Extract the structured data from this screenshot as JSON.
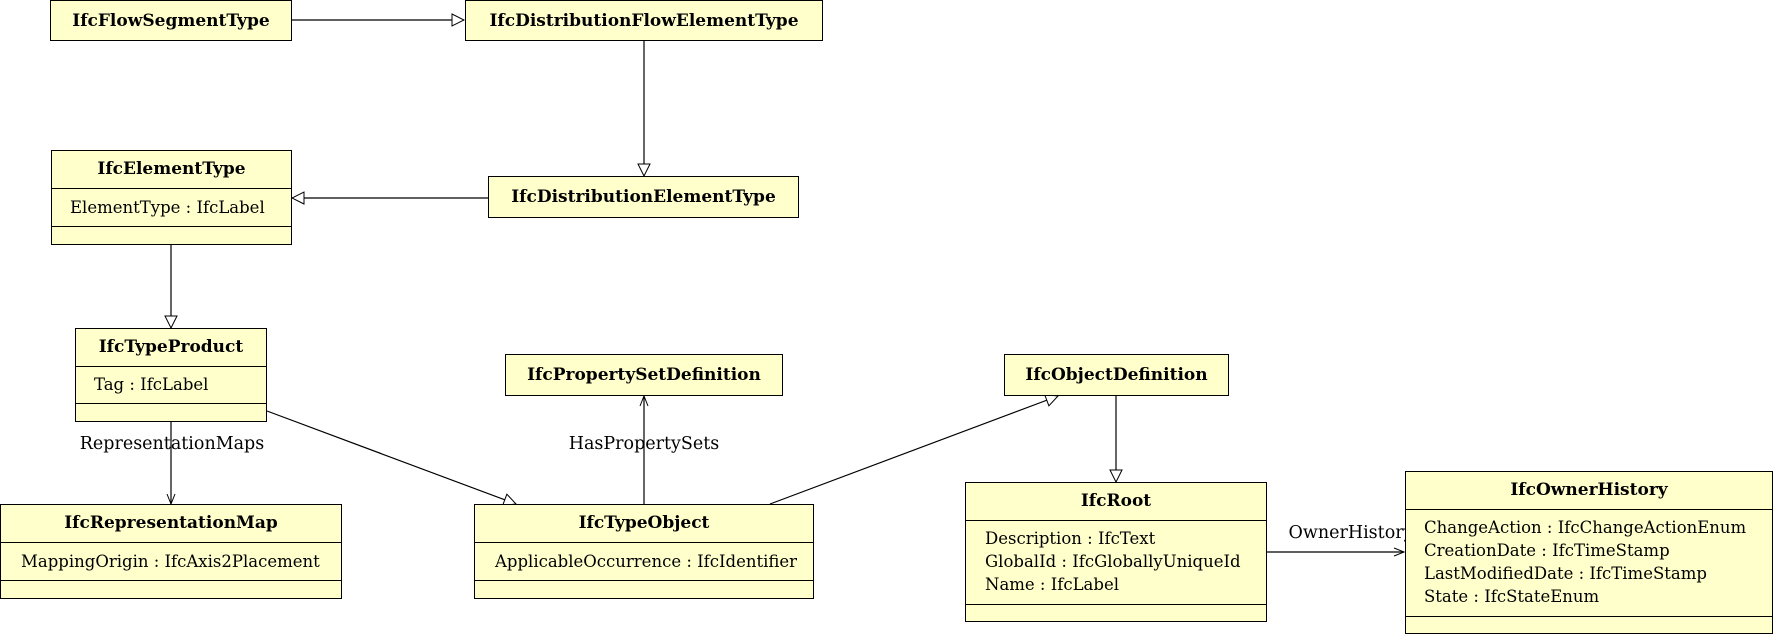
{
  "diagram": {
    "classes": {
      "flow_segment_type": {
        "name": "IfcFlowSegmentType"
      },
      "distribution_flow_element_type": {
        "name": "IfcDistributionFlowElementType"
      },
      "element_type": {
        "name": "IfcElementType",
        "attributes": [
          "ElementType : IfcLabel"
        ]
      },
      "distribution_element_type": {
        "name": "IfcDistributionElementType"
      },
      "type_product": {
        "name": "IfcTypeProduct",
        "attributes": [
          "Tag : IfcLabel"
        ]
      },
      "property_set_definition": {
        "name": "IfcPropertySetDefinition"
      },
      "object_definition": {
        "name": "IfcObjectDefinition"
      },
      "representation_map": {
        "name": "IfcRepresentationMap",
        "attributes": [
          "MappingOrigin : IfcAxis2Placement"
        ]
      },
      "type_object": {
        "name": "IfcTypeObject",
        "attributes": [
          "ApplicableOccurrence : IfcIdentifier"
        ]
      },
      "root": {
        "name": "IfcRoot",
        "attributes": [
          "Description : IfcText",
          "GlobalId : IfcGloballyUniqueId",
          "Name : IfcLabel"
        ]
      },
      "owner_history": {
        "name": "IfcOwnerHistory",
        "attributes": [
          "ChangeAction : IfcChangeActionEnum",
          "CreationDate : IfcTimeStamp",
          "LastModifiedDate : IfcTimeStamp",
          "State : IfcStateEnum"
        ]
      }
    },
    "associations": {
      "representation_maps": "RepresentationMaps",
      "has_property_sets": "HasPropertySets",
      "owner_history": "OwnerHistory"
    }
  }
}
